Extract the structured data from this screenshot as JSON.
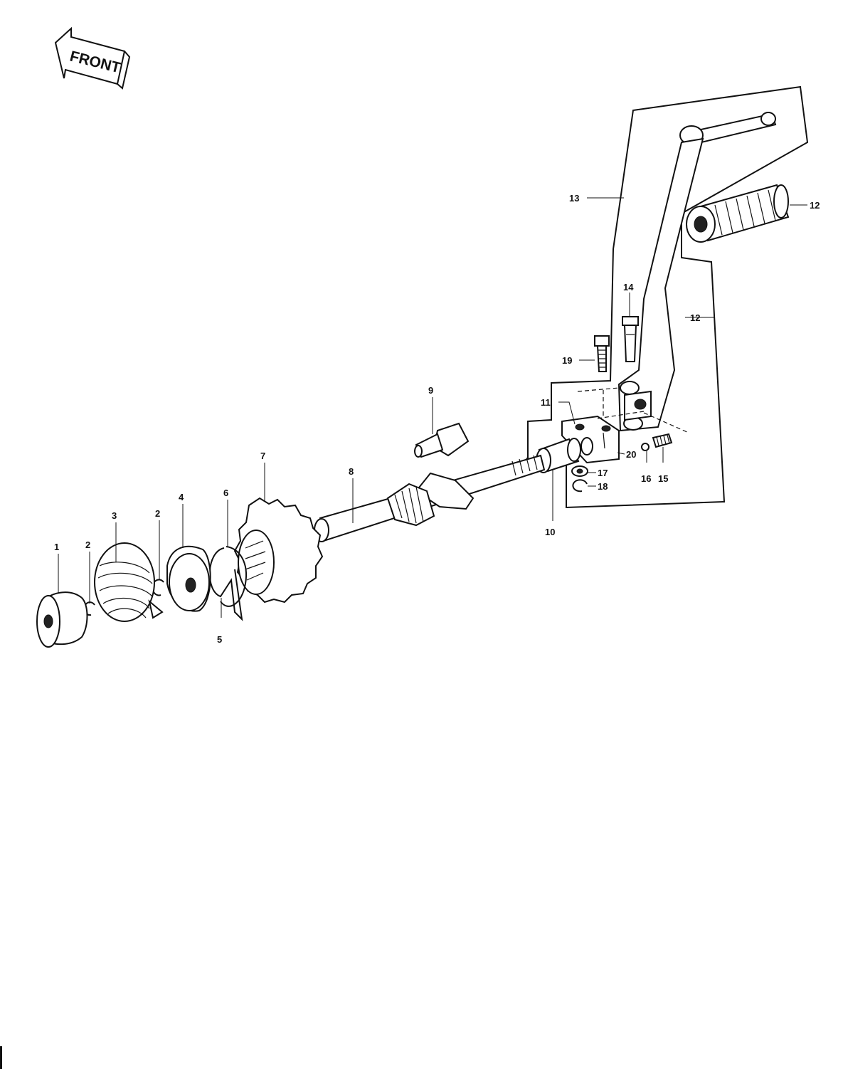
{
  "front_badge": {
    "label": "FRONT",
    "direction": "arrow pointing up-left"
  },
  "callouts": [
    {
      "id": "c1",
      "text": "1"
    },
    {
      "id": "c2a",
      "text": "2"
    },
    {
      "id": "c2b",
      "text": "2"
    },
    {
      "id": "c3",
      "text": "3"
    },
    {
      "id": "c4",
      "text": "4"
    },
    {
      "id": "c5",
      "text": "5"
    },
    {
      "id": "c6",
      "text": "6"
    },
    {
      "id": "c7",
      "text": "7"
    },
    {
      "id": "c8",
      "text": "8"
    },
    {
      "id": "c9",
      "text": "9"
    },
    {
      "id": "c10",
      "text": "10"
    },
    {
      "id": "c11",
      "text": "11"
    },
    {
      "id": "c12a",
      "text": "12"
    },
    {
      "id": "c12b",
      "text": "12"
    },
    {
      "id": "c13",
      "text": "13"
    },
    {
      "id": "c14",
      "text": "14"
    },
    {
      "id": "c15",
      "text": "15"
    },
    {
      "id": "c16",
      "text": "16"
    },
    {
      "id": "c17",
      "text": "17"
    },
    {
      "id": "c18",
      "text": "18"
    },
    {
      "id": "c19",
      "text": "19"
    },
    {
      "id": "c20",
      "text": "20"
    }
  ],
  "colors": {
    "ink": "#111111",
    "paper": "#ffffff"
  }
}
